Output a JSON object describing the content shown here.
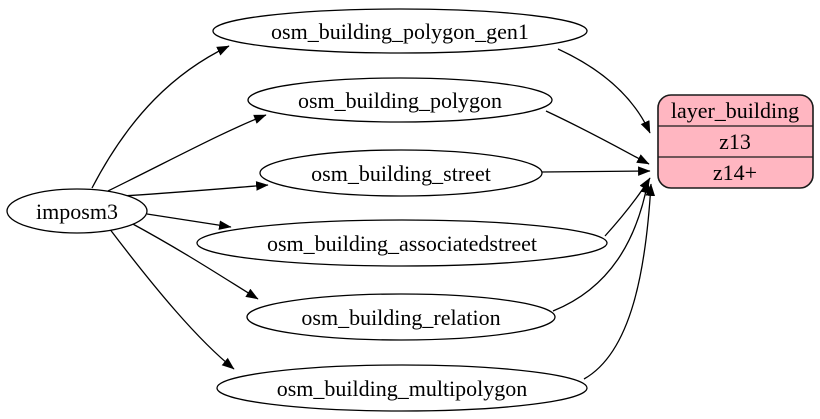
{
  "diagram": {
    "type": "graphviz-flow-diagram",
    "description": "imposm3 import tables feeding layer_building at zoom levels"
  },
  "colors": {
    "background": "#ffffff",
    "node_fill": "#ffffff",
    "node_stroke": "#000000",
    "edge_color": "#000000",
    "record_fill": "#ffb6c1",
    "record_stroke": "#1a1a1a"
  },
  "nodes": {
    "imposm3": {
      "label": "imposm3"
    },
    "gen1": {
      "label": "osm_building_polygon_gen1"
    },
    "polygon": {
      "label": "osm_building_polygon"
    },
    "street": {
      "label": "osm_building_street"
    },
    "associatedstreet": {
      "label": "osm_building_associatedstreet"
    },
    "relation": {
      "label": "osm_building_relation"
    },
    "multipolygon": {
      "label": "osm_building_multipolygon"
    },
    "layer_building": {
      "title": "layer_building",
      "rows": {
        "z13": "z13",
        "z14plus": "z14+"
      }
    }
  },
  "edges": [
    {
      "from": "imposm3",
      "to": "osm_building_polygon_gen1"
    },
    {
      "from": "imposm3",
      "to": "osm_building_polygon"
    },
    {
      "from": "imposm3",
      "to": "osm_building_street"
    },
    {
      "from": "imposm3",
      "to": "osm_building_associatedstreet"
    },
    {
      "from": "imposm3",
      "to": "osm_building_relation"
    },
    {
      "from": "imposm3",
      "to": "osm_building_multipolygon"
    },
    {
      "from": "osm_building_polygon_gen1",
      "to": "layer_building:z13"
    },
    {
      "from": "osm_building_polygon",
      "to": "layer_building:z14+"
    },
    {
      "from": "osm_building_street",
      "to": "layer_building:z14+"
    },
    {
      "from": "osm_building_associatedstreet",
      "to": "layer_building:z14+"
    },
    {
      "from": "osm_building_relation",
      "to": "layer_building:z14+"
    },
    {
      "from": "osm_building_multipolygon",
      "to": "layer_building:z14+"
    }
  ]
}
